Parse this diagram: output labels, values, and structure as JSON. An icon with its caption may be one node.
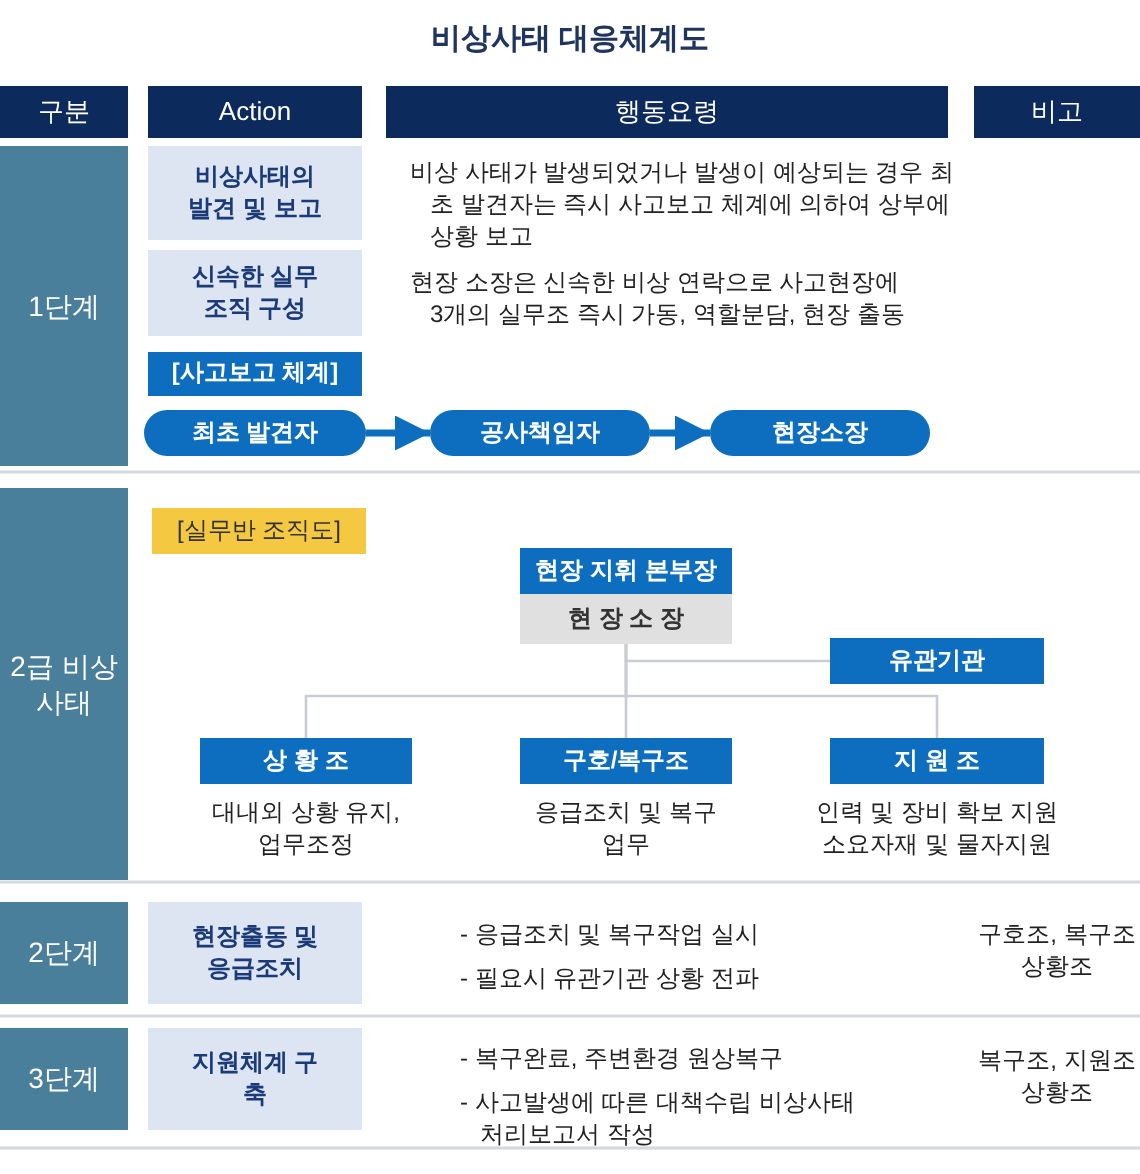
{
  "diagram": {
    "title": "비상사태 대응체계도",
    "nodes": [
      {
        "text": [
          "구분"
        ]
      },
      {
        "text": [
          "Action"
        ]
      },
      {
        "text": [
          "행동요령"
        ]
      },
      {
        "text": [
          "비고"
        ]
      },
      {
        "text": [
          "1단계"
        ]
      },
      {
        "text": [
          "비상사태의 발견 및 보고"
        ]
      },
      {
        "text": [
          "신속한 실무 조직 구성"
        ]
      },
      {
        "text": [
          "[사고보고 체계]"
        ]
      },
      {
        "text": [
          "최초 발견자"
        ]
      },
      {
        "text": [
          "공사책임자"
        ]
      },
      {
        "text": [
          "현장소장"
        ]
      },
      {
        "text": [
          "2급 비상 사태"
        ]
      },
      {
        "text": [
          "[실무반 조직도]"
        ]
      },
      {
        "text": [
          "현장 지휘 본부장"
        ]
      },
      {
        "text": [
          "현 장 소 장"
        ]
      },
      {
        "text": [
          "유관기관"
        ]
      },
      {
        "text": [
          "상 황 조"
        ],
        "beside": [
          "대내외 상황 유지, 업무조정"
        ]
      },
      {
        "text": [
          "구호/복구조"
        ],
        "beside": [
          "응급조치 및 복구업무"
        ]
      },
      {
        "text": [
          "지 원 조"
        ],
        "beside": [
          "인력 및 장비 확보 지원 소요자재 및 물자지원"
        ]
      },
      {
        "text": [
          "2단계"
        ]
      },
      {
        "text": [
          "현장출동 및 응급조치"
        ]
      },
      {
        "text": [
          "3단계"
        ]
      },
      {
        "text": [
          "지원체계 구축"
        ]
      }
    ],
    "edges": [
      {
        "from": 8,
        "to": 9,
        "arrow": "to",
        "style": "thick",
        "color": "#0d6ebf"
      },
      {
        "from": 9,
        "to": 10,
        "arrow": "to",
        "style": "thick",
        "color": "#0d6ebf"
      },
      {
        "from": 14,
        "to": 15,
        "arrow": "none"
      },
      {
        "from": 14,
        "to": 16,
        "arrow": "none"
      },
      {
        "from": 14,
        "to": 17,
        "arrow": "none"
      },
      {
        "from": 14,
        "to": 18,
        "arrow": "none"
      }
    ],
    "labels": [
      "비상 사태가 발생되었거나 발생이 예상되는 경우 최초 발견자는 즉시 사고보고 체계에 의하여 상부에 상황 보고",
      "현장 소장은 신속한 비상 연락으로 사고현장에 3개의 실무조 즉시 가동, 역할분담, 현장 출동",
      "- 응급조치 및 복구작업 실시",
      "- 필요시 유관기관 상황 전파",
      "구호조, 복구조 상황조",
      "- 복구완료, 주변환경 원상복구",
      "- 사고발생에 따른 대책수립 비상사태 처리보고서 작성",
      "복구조, 지원조 상황조"
    ]
  }
}
